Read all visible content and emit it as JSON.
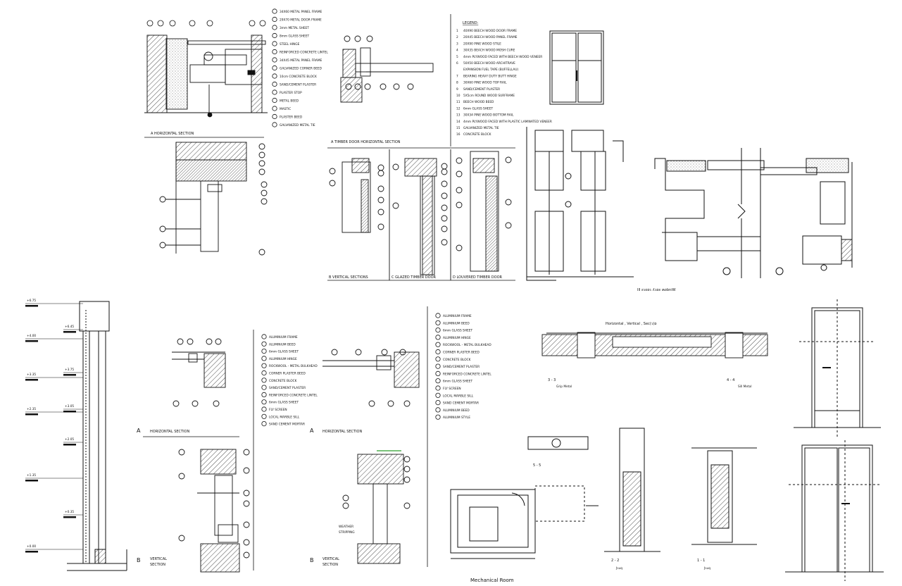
{
  "topLeft": {
    "caption": "A      HORIZONTAL SECTION",
    "legend": [
      "34X60 METAL PANEL FRAME",
      "29X70 METAL DOOR FRAME",
      "3mm METAL SHEET",
      "8mm GLASS SHEET",
      "STEEL HINGE",
      "REINFORCED CONCRETE LINTEL",
      "34X45 METAL PANEL FRAME",
      "GALVANIZED CORNER BEED",
      "10cm CONCRETE BLOCK",
      "SAND/CEMENT PLASTER",
      "PLASTER STOP",
      "METAL BEED",
      "MASTIC",
      "PLASTER BEED",
      "GALVANIZED METAL TIE"
    ]
  },
  "timber": {
    "title": "A      TIMBER DOOR HORIZONTAL SECTION",
    "legendTitle": "LEGEND:",
    "legend": [
      {
        "n": "1",
        "t": "40X90 BEECH WOOD DOOR FRAME"
      },
      {
        "n": "2",
        "t": "20X45 BEECH WOOD PANEL FRAME"
      },
      {
        "n": "3",
        "t": "20X90 PINE WOOD STILE"
      },
      {
        "n": "4",
        "t": "30X35 BEACH WOOD MOSH CURE"
      },
      {
        "n": "5",
        "t": "4mm PLYWOOD FACED WITH BEECH WOOD VENEER"
      },
      {
        "n": "6",
        "t": "50X50 BEECH WOOD ARCHITRAVE"
      },
      {
        "n": "",
        "t": "EXPANSION FUEL TAPE (BUFFELLAU)"
      },
      {
        "n": "7",
        "t": "BEARING HEAVY DUTY BUTT HINGE"
      },
      {
        "n": "8",
        "t": "30X60 PINE WOOD TOP RAIL"
      },
      {
        "n": "9",
        "t": "SAND/CEMENT PLASTER"
      },
      {
        "n": "10",
        "t": "5X5cm ROUND WOOD SURFRAME"
      },
      {
        "n": "11",
        "t": "BEECH WOOD BEED"
      },
      {
        "n": "12",
        "t": "6mm GLASS SHEET"
      },
      {
        "n": "13",
        "t": "30X34 PINE WOOD BOTTOM RAIL"
      },
      {
        "n": "14",
        "t": "4mm PLYWOOD FACED WITH PLASTIC LAMINATED VENEER"
      },
      {
        "n": "15",
        "t": "GALVANIZED METAL TIE"
      },
      {
        "n": "16",
        "t": "CONCRETE BLOCK"
      }
    ],
    "captions": {
      "b": "B   VERTICAL SECTIONS",
      "c": "C   GLAZED TIMBER DOOR",
      "d": "D   LOUVERED TIMBER DOOR"
    }
  },
  "alu1": {
    "legend": [
      "ALUMINIUM FRAME",
      "ALUMINIUM BEED",
      "6mm GLASS SHEET",
      "ALUMINIUM HINGE",
      "ROCKWOOL - METAL BULKHEAD",
      "CORNER PLASTER BEED",
      "CONCRETE BLOCK",
      "SAND/CEMENT PLASTER",
      "REINFORCED CONCRETE LINTEL",
      "6mm GLASS SHEET",
      "FLY SCREEN",
      "LOCAL MARBLE SILL",
      "SAND CEMENT MORTAR"
    ],
    "hCaption": "HORIZONTAL SECTION",
    "hLetter": "A",
    "vCaption": "VERTICAL\nSECTION",
    "vLetter": "B"
  },
  "alu2": {
    "legend": [
      "ALUMINIUM FRAME",
      "ALUMINIUM BEED",
      "6mm GLASS SHEET",
      "ALUMINIUM HINGE",
      "ROCKWOOL - METAL BULKHEAD",
      "CORNER PLASTER BEED",
      "CONCRETE BLOCK",
      "SAND/CEMENT PLASTER",
      "REINFORCED CONCRETE LINTEL",
      "6mm GLASS SHEET",
      "FLY SCREEN",
      "LOCAL MARBLE SILL",
      "SAND CEMENT MORTAR",
      "ALUMINIUM BEED",
      "ALUMINIUM STYLE"
    ],
    "hCaption": "HORIZONTAL SECTION",
    "hLetter": "A",
    "vCaption": "VERTICAL\nSECTION",
    "vLetter": "B",
    "weather": "WEATHER\nSTRIPPING"
  },
  "middle": {
    "caption1": "III ƨɿoɒɿ ʎɿɒƨ ʍobniW",
    "caption2": "Horizontal , Vertical , Sec(ɿ)ɒ"
  },
  "sections": {
    "s33": "3  -  3",
    "s44": "4  -  4",
    "sub33": "Grip Metal",
    "sub44": "Sill Metal",
    "s22": "2  -  2",
    "s11": "1  -  1",
    "sub22": "Ɉɿuq",
    "sub11": "Ɉɿuq",
    "s55": "5  -  5",
    "mech": "Mechanical Room"
  },
  "elevationLevels": [
    "+6.75",
    "+6.45",
    "+4.00",
    "+3.75",
    "+3.35",
    "+3.05",
    "+2.35",
    "+2.05",
    "+1.35",
    "+0.35",
    "+0.00"
  ]
}
